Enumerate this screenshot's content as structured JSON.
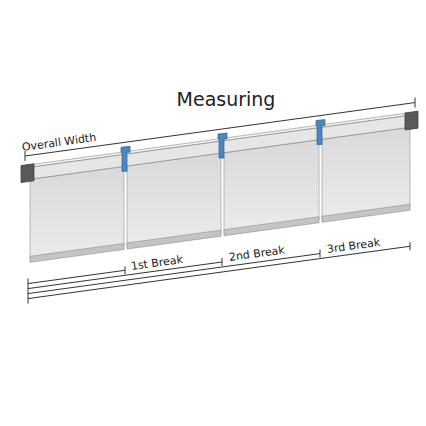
{
  "diagram": {
    "title": "Measuring",
    "labels": [
      "Overall Width",
      "1st Break",
      "2nd Break",
      "3rd Break"
    ]
  }
}
